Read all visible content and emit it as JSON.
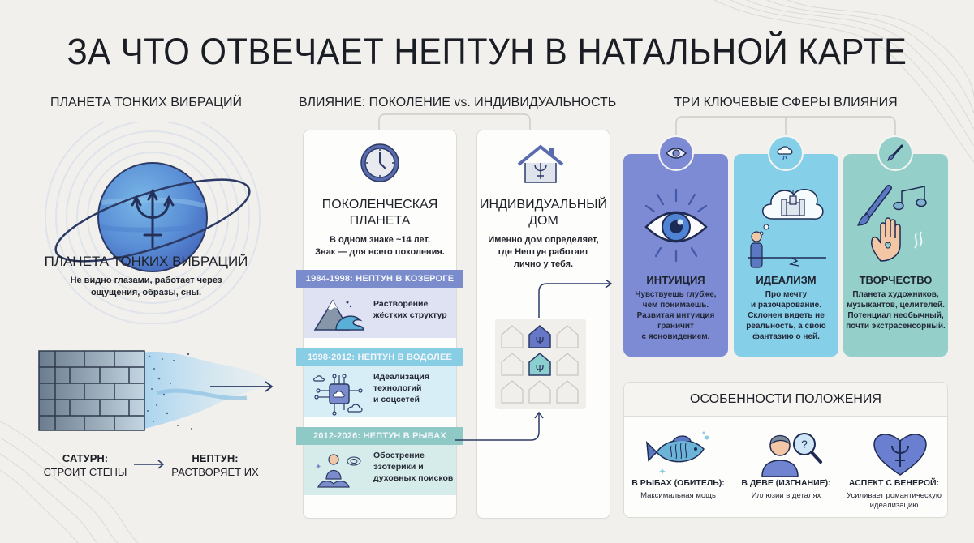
{
  "title": "ЗА ЧТО ОТВЕЧАЕТ НЕПТУН В НАТАЛЬНОЙ КАРТЕ",
  "colors": {
    "background": "#f1f0ec",
    "planet_blue": "#5d8fd6",
    "ink_navy": "#2c3a66",
    "capricorn_band": "#7b8ccc",
    "capricorn_body": "#dfe2f2",
    "aquarius_band": "#87cde4",
    "aquarius_body": "#d8eef6",
    "pisces_band": "#8ec9c5",
    "pisces_body": "#d6ecea",
    "intuition_card": "#7c8bd3",
    "idealism_card": "#86cfe8",
    "creativity_card": "#94cfca"
  },
  "left": {
    "section_title": "ПЛАНЕТА ТОНКИХ ВИБРАЦИЙ",
    "planet_icon": "neptune-trident-planet-icon",
    "caption_title": "ПЛАНЕТА ТОНКИХ ВИБРАЦИЙ",
    "caption_text": "Не видно глазами, работает через ощущения, образы, сны.",
    "wall_icon": "dissolving-brick-wall-icon",
    "saturn": {
      "label": "САТУРН:",
      "text": "СТРОИТ СТЕНЫ"
    },
    "neptune": {
      "label": "НЕПТУН:",
      "text": "РАСТВОРЯЕТ ИХ"
    }
  },
  "middle": {
    "section_title": "ВЛИЯНИЕ: ПОКОЛЕНИЕ vs. ИНДИВИДУАЛЬНОСТЬ",
    "generational": {
      "icon": "clock-icon",
      "title_line1": "ПОКОЛЕНЧЕСКАЯ",
      "title_line2": "ПЛАНЕТА",
      "text_line1": "В одном знаке ~14 лет.",
      "text_line2": "Знак — для всего поколения.",
      "eras": [
        {
          "band": "1984-1998: НЕПТУН В КОЗЕРОГЕ",
          "icon": "mountain-wave-icon",
          "line1": "Растворение",
          "line2": "жёстких структур",
          "line3": ""
        },
        {
          "band": "1998-2012: НЕПТУН В ВОДОЛЕЕ",
          "icon": "chip-cloud-icon",
          "line1": "Идеализация",
          "line2": "технологий",
          "line3": "и соцсетей"
        },
        {
          "band": "2012-2026: НЕПТУН В РЫБАХ",
          "icon": "meditation-icon",
          "line1": "Обострение",
          "line2": "эзотерики и",
          "line3": "духовных поисков"
        }
      ]
    },
    "individual": {
      "icon": "house-trident-icon",
      "title_line1": "ИНДИВИДУАЛЬНЫЙ",
      "title_line2": "ДОМ",
      "text_line1": "Именно дом определяет,",
      "text_line2": "где Нептун работает",
      "text_line3": "лично у тебя.",
      "houses_grid_icon": "houses-grid-icon"
    }
  },
  "right": {
    "section_title": "ТРИ КЛЮЧЕВЫЕ СФЕРЫ ВЛИЯНИЯ",
    "spheres": [
      {
        "title": "ИНТУИЦИЯ",
        "badge_icon": "eye-icon",
        "icon": "radiant-eye-icon",
        "lines": [
          "Чувствуешь глубже,",
          "чем понимаешь.",
          "Развитая интуиция",
          "граничит",
          "с ясновидением."
        ]
      },
      {
        "title": "ИДЕАЛИЗМ",
        "badge_icon": "cloud-icon",
        "icon": "dream-castle-icon",
        "lines": [
          "Про мечту",
          "и разочарование.",
          "Склонен видеть не",
          "реальность, а свою",
          "фантазию о ней."
        ]
      },
      {
        "title": "ТВОРЧЕСТВО",
        "badge_icon": "paintbrush-icon",
        "icon": "brush-note-hand-icon",
        "lines": [
          "Планета художников,",
          "музыкантов, целителей.",
          "Потенциал необычный,",
          "почти экстрасенсорный."
        ]
      }
    ],
    "features": {
      "title": "ОСОБЕННОСТИ ПОЛОЖЕНИЯ",
      "items": [
        {
          "icon": "fish-icon",
          "label": "В РЫБАХ (ОБИТЕЛЬ):",
          "line1": "Максимальная мощь",
          "line2": ""
        },
        {
          "icon": "person-magnifier-icon",
          "label": "В ДЕВЕ (ИЗГНАНИЕ):",
          "line1": "Иллюзии в деталях",
          "line2": ""
        },
        {
          "icon": "heart-trident-icon",
          "label": "АСПЕКТ С ВЕНЕРОЙ:",
          "line1": "Усиливает романтическую",
          "line2": "идеализацию"
        }
      ]
    }
  }
}
